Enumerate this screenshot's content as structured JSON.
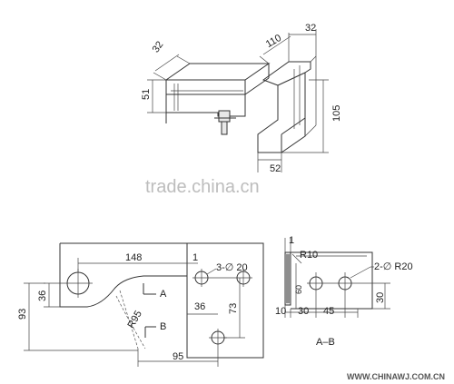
{
  "top": {
    "d32_left": "32",
    "d110": "110",
    "d32_right": "32",
    "d51": "51",
    "d105": "105",
    "d52": "52"
  },
  "left": {
    "d148": "148",
    "d1": "1",
    "hole3": "3-∅ 20",
    "a": "A",
    "b": "B",
    "r95": "R95",
    "d36v": "36",
    "d93": "93",
    "d36h": "36",
    "d73": "73",
    "d95": "95"
  },
  "right": {
    "d1": "1",
    "r10": "R10",
    "hole2": "2-∅ R20",
    "d60": "60",
    "d30v": "30",
    "d10": "10",
    "d30": "30",
    "d45": "45",
    "section": "A–B"
  },
  "watermark": {
    "center": "trade.china.cn",
    "corner": "WWW.CHINAWJ.COM.CN"
  }
}
